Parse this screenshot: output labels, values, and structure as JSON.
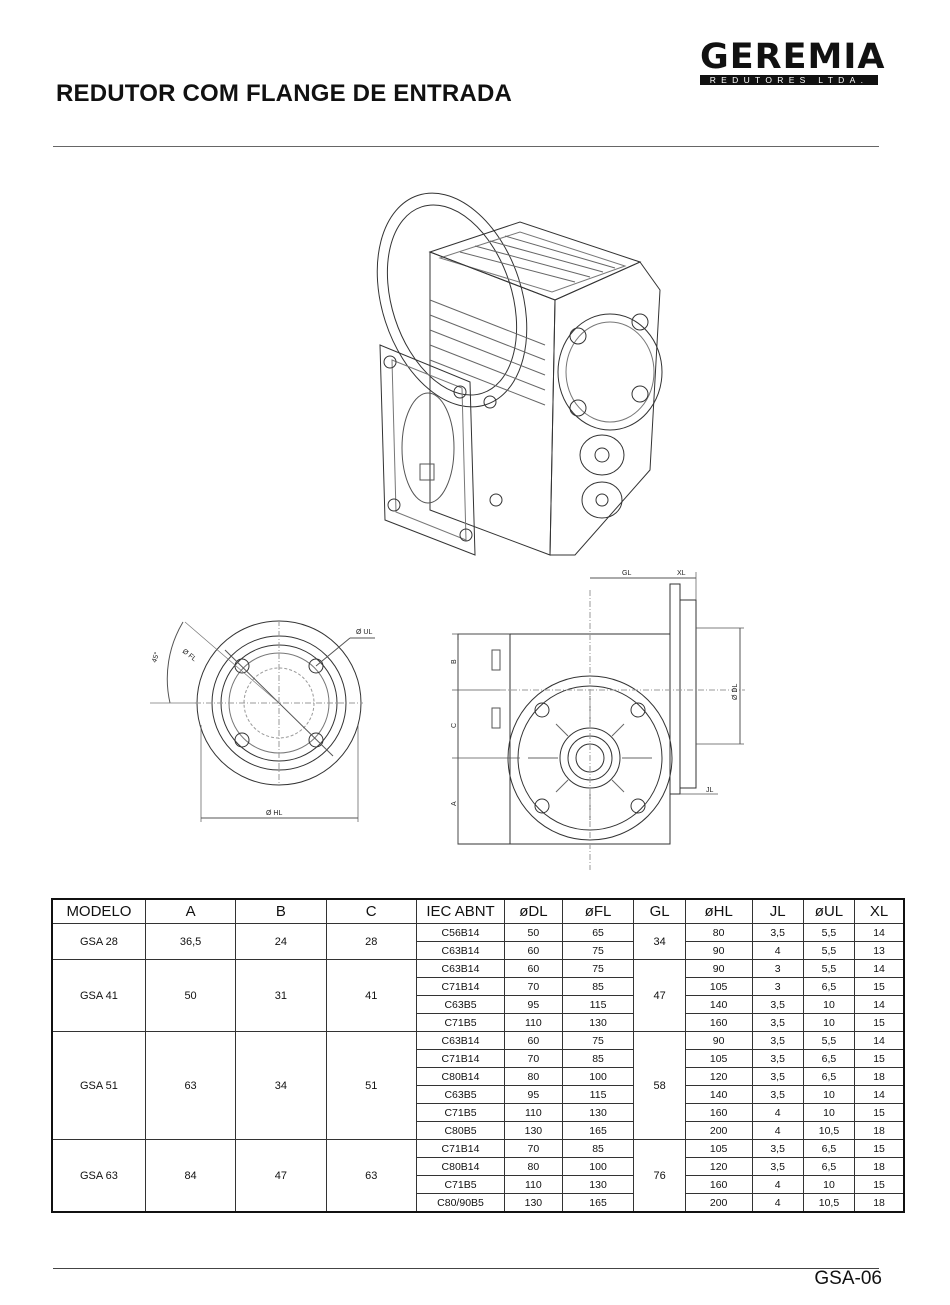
{
  "brand": {
    "name": "GEREMIA",
    "tagline": "REDUTORES LTDA."
  },
  "title": "REDUTOR COM FLANGE DE ENTRADA",
  "page_code": "GSA-06",
  "drawing_labels": {
    "angle": "45°",
    "fl": "Ø FL",
    "ul": "Ø UL",
    "hl": "Ø HL",
    "b": "B",
    "c": "C",
    "a": "A",
    "gl": "GL",
    "xl": "XL",
    "dl": "Ø DL",
    "jl": "JL"
  },
  "table": {
    "headers": [
      "MODELO",
      "A",
      "B",
      "C",
      "IEC ABNT",
      "øDL",
      "øFL",
      "GL",
      "øHL",
      "JL",
      "øUL",
      "XL"
    ],
    "models": [
      {
        "model": "GSA 28",
        "a": "36,5",
        "b": "24",
        "c": "28",
        "gl": "34",
        "rows": [
          {
            "iec": "C56B14",
            "dl": "50",
            "fl": "65",
            "hl": "80",
            "jl": "3,5",
            "ul": "5,5",
            "xl": "14"
          },
          {
            "iec": "C63B14",
            "dl": "60",
            "fl": "75",
            "hl": "90",
            "jl": "4",
            "ul": "5,5",
            "xl": "13"
          }
        ]
      },
      {
        "model": "GSA 41",
        "a": "50",
        "b": "31",
        "c": "41",
        "gl": "47",
        "rows": [
          {
            "iec": "C63B14",
            "dl": "60",
            "fl": "75",
            "hl": "90",
            "jl": "3",
            "ul": "5,5",
            "xl": "14"
          },
          {
            "iec": "C71B14",
            "dl": "70",
            "fl": "85",
            "hl": "105",
            "jl": "3",
            "ul": "6,5",
            "xl": "15"
          },
          {
            "iec": "C63B5",
            "dl": "95",
            "fl": "115",
            "hl": "140",
            "jl": "3,5",
            "ul": "10",
            "xl": "14"
          },
          {
            "iec": "C71B5",
            "dl": "110",
            "fl": "130",
            "hl": "160",
            "jl": "3,5",
            "ul": "10",
            "xl": "15"
          }
        ]
      },
      {
        "model": "GSA 51",
        "a": "63",
        "b": "34",
        "c": "51",
        "gl": "58",
        "rows": [
          {
            "iec": "C63B14",
            "dl": "60",
            "fl": "75",
            "hl": "90",
            "jl": "3,5",
            "ul": "5,5",
            "xl": "14"
          },
          {
            "iec": "C71B14",
            "dl": "70",
            "fl": "85",
            "hl": "105",
            "jl": "3,5",
            "ul": "6,5",
            "xl": "15"
          },
          {
            "iec": "C80B14",
            "dl": "80",
            "fl": "100",
            "hl": "120",
            "jl": "3,5",
            "ul": "6,5",
            "xl": "18"
          },
          {
            "iec": "C63B5",
            "dl": "95",
            "fl": "115",
            "hl": "140",
            "jl": "3,5",
            "ul": "10",
            "xl": "14"
          },
          {
            "iec": "C71B5",
            "dl": "110",
            "fl": "130",
            "hl": "160",
            "jl": "4",
            "ul": "10",
            "xl": "15"
          },
          {
            "iec": "C80B5",
            "dl": "130",
            "fl": "165",
            "hl": "200",
            "jl": "4",
            "ul": "10,5",
            "xl": "18"
          }
        ]
      },
      {
        "model": "GSA 63",
        "a": "84",
        "b": "47",
        "c": "63",
        "gl": "76",
        "rows": [
          {
            "iec": "C71B14",
            "dl": "70",
            "fl": "85",
            "hl": "105",
            "jl": "3,5",
            "ul": "6,5",
            "xl": "15"
          },
          {
            "iec": "C80B14",
            "dl": "80",
            "fl": "100",
            "hl": "120",
            "jl": "3,5",
            "ul": "6,5",
            "xl": "18"
          },
          {
            "iec": "C71B5",
            "dl": "110",
            "fl": "130",
            "hl": "160",
            "jl": "4",
            "ul": "10",
            "xl": "15"
          },
          {
            "iec": "C80/90B5",
            "dl": "130",
            "fl": "165",
            "hl": "200",
            "jl": "4",
            "ul": "10,5",
            "xl": "18"
          }
        ]
      }
    ]
  }
}
